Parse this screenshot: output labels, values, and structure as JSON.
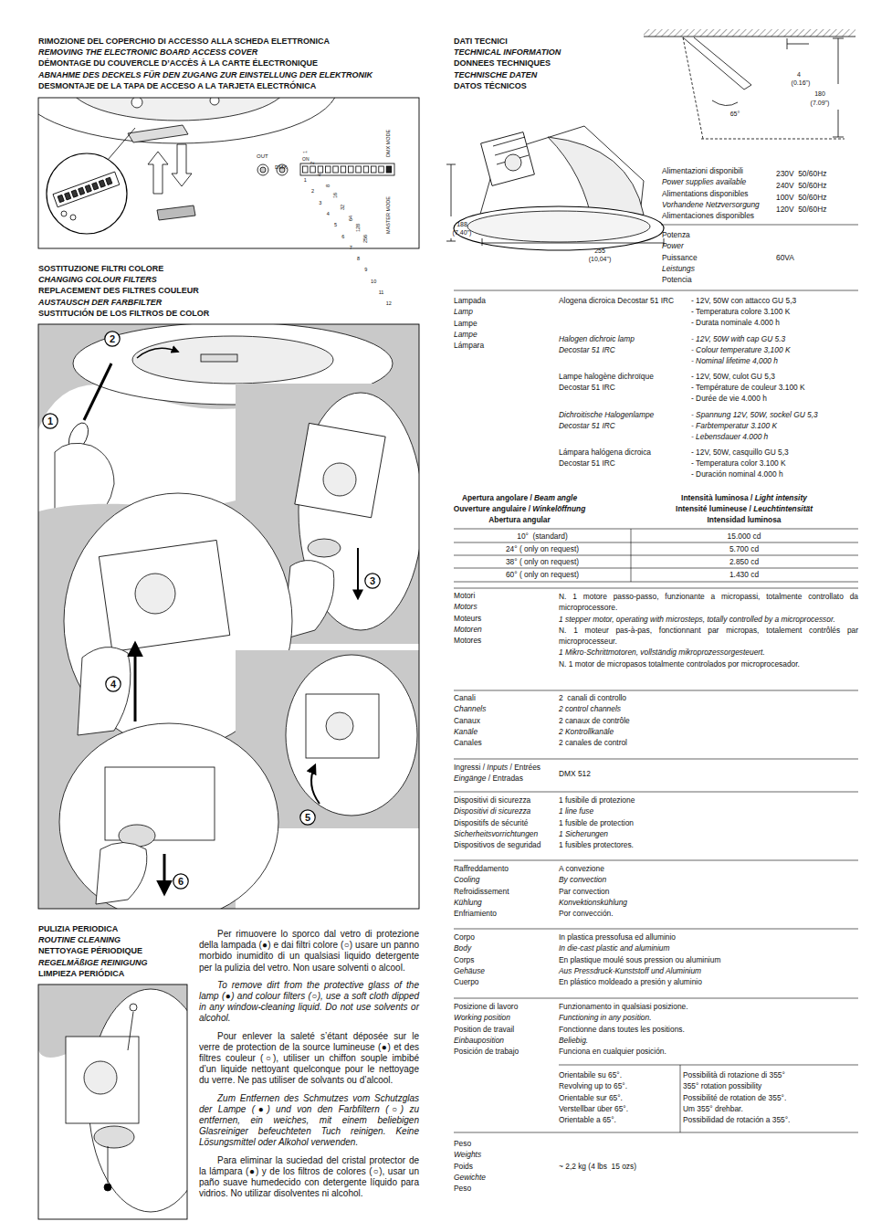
{
  "diagram": {
    "nodes": [
      {
        "text": [
          "2"
        ]
      },
      {
        "text": [
          "1"
        ]
      },
      {
        "text": [
          "3"
        ]
      },
      {
        "text": [
          "4"
        ]
      },
      {
        "text": [
          "5"
        ]
      },
      {
        "text": [
          "6"
        ]
      }
    ],
    "labels": [
      "RIMOZIONE DEL COPERCHIO DI ACCESSO ALLA SCHEDA ELETTRONICA",
      "REMOVING THE ELECTRONIC BOARD ACCESS COVER",
      "DÉMONTAGE DU COUVERCLE D’ACCÈS À LA CARTE ÉLECTRONIQUE",
      "ABNAHME DES DECKELS FÜR DEN ZUGANG ZUR EINSTELLUNG DER ELEKTRONIK",
      "DESMONTAJE DE LA TAPA DE ACCESO A LA TARJETA ELECTRÓNICA",
      "OUT",
      "DMX",
      "ON",
      "1",
      "2",
      "3",
      "4",
      "5",
      "6",
      "7",
      "8",
      "9",
      "10",
      "11",
      "12",
      "1",
      "2",
      "4",
      "8",
      "16",
      "32",
      "64",
      "128",
      "256",
      "DMX MODE",
      "MASTER MODE",
      "SOSTITUZIONE FILTRI COLORE",
      "CHANGING COLOUR FILTERS",
      "REPLACEMENT DES FILTRES COULEUR",
      "AUSTAUSCH DER FARBFILTER",
      "SUSTITUCIÓN DE LOS FILTROS DE COLOR",
      "PULIZIA PERIODICA",
      "ROUTINE CLEANING",
      "NETTOYAGE PÉRIODIQUE",
      "REGELMÄßIGE REINIGUNG",
      "LIMPIEZA PERIÓDICA",
      "Per rimuovere lo sporco dal vetro di protezione della lampada (●) e dai filtri colore (○) usare un panno morbido inumidito di un qualsiasi liquido detergente per la pulizia del vetro. Non usare solventi o alcool.",
      "To remove dirt from the protective glass of the lamp (●) and colour filters (○), use a soft cloth dipped in any window-cleaning liquid. Do not use solvents or alcohol.",
      "Pour enlever la saleté s’étant déposée sur le verre de protection de la source lumineuse (●) et des filtres couleur (○), utiliser un chiffon souple imbibé d’un liquide nettoyant quelconque pour le nettoyage du verre.  Ne pas utiliser de solvants ou d’alcool.",
      "Zum Entfernen des Schmutzes vom Schutzglas der Lampe (●) und von den Farbfiltern (○) zu entfernen, ein weiches, mit einem beliebigen Glasreiniger befeuchteten Tuch reinigen. Keine Lösungsmittel oder Alkohol verwenden.",
      "Para eliminar la suciedad del cristal protector de la lámpara (●) y de los filtros de colores (○), usar un paño suave humedecido con detergente líquido para vidrios. No utilizar disolventes ni alcohol.",
      "DATI TECNICI",
      "TECHNICAL INFORMATION",
      "DONNEES TECHNIQUES",
      "TECHNISCHE DATEN",
      "DATOS TÉCNICOS",
      "4",
      "(0.16\")",
      "180",
      "(7.09\")",
      "65°",
      "188",
      "(7,40\")",
      "255",
      "(10,04\")",
      "Alimentazioni disponibili",
      "Power supplies available",
      "Alimentations disponibles",
      "Vorhandene Netzversorgung",
      "Alimentaciones disponibles",
      "230V  50/60Hz",
      "240V  50/60Hz",
      "100V  50/60Hz",
      "120V  50/60Hz",
      "Potenza",
      "Power",
      "Puissance",
      "Leistungs",
      "Potencia",
      "60VA",
      "Lampada",
      "Lamp",
      "Lampe",
      "Lampe",
      "Lámpara",
      "Alogena dicroica Decostar 51 IRC",
      "- 12V, 50W con attacco GU 5,3",
      "- Temperatura colore 3.100 K",
      "- Durata nominale 4.000 h",
      "Halogen dichroic lamp",
      "Decostar 51 IRC",
      "- 12V, 50W with cap GU 5.3",
      "- Colour temperature 3,100 K",
      "- Nominal lifetime 4,000 h",
      "Lampe halogène dichroïque",
      "Decostar 51 IRC",
      "- 12V, 50W, culot GU 5,3",
      "- Température de couleur 3.100 K",
      "- Durée de vie 4.000 h",
      "Dichroitische Halogenlampe",
      "Decostar 51 IRC",
      "- Spannung 12V, 50W, sockel GU 5,3",
      "- Farbtemperatur 3.100 K",
      "- Lebensdauer 4.000 h",
      "Lámpara halógena dicroica",
      "Decostar 51 IRC",
      "- 12V, 50W, casquillo GU 5,3",
      "- Temperatura color 3.100 K",
      "- Duración nominal 4.000 h",
      "Apertura angolare /",
      "Beam angle",
      "Ouverture angulaire /",
      "Winkelöffnung",
      "Abertura angular",
      "Intensità luminosa /",
      "Light intensity",
      "Intensité lumineuse /",
      "Leuchtintensität",
      "Intensidad luminosa",
      "10°  (standard)",
      "15.000 cd",
      "24° ( only on request)",
      "5.700 cd",
      "38° ( only on request)",
      "2.850 cd",
      "60° ( only on request)",
      "1.430 cd",
      "Motori",
      "Motors",
      "Moteurs",
      "Motoren",
      "Motores",
      "N. 1 motore passo-passo, funzionante a micropassi, totalmente controllato da microprocessore.",
      "1 stepper motor, operating with microsteps, totally controlled by a microprocessor.",
      "N. 1 moteur pas-à-pas, fonctionnant par micropas, totalement contrôlés par microprocesseur.",
      "1 Mikro-Schrittmotoren, vollständig mikroprozessorgesteuert.",
      "N. 1 motor de micropasos totalmente controlados por microprocesador.",
      "Canali",
      "Channels",
      "Canaux",
      "Kanäle",
      "Canales",
      "2  canali di controllo",
      "2 control channels",
      "2 canaux de contrôle",
      "2 Kontrollkanäle",
      "2 canales de control",
      "Ingressi /",
      "Inputs",
      "/ Entrées",
      "Eingänge",
      "/ Entradas",
      "DMX 512",
      "Dispositivi di sicurezza",
      "Dispositivi di sicurezza",
      "Dispositifs de sécurité",
      "Sicherheitsvorrichtungen",
      "Dispositivos de seguridad",
      "1 fusibile di protezione",
      "1 line fuse",
      "1 fusible de protection",
      "1 Sicherungen",
      "1 fusibles protectores.",
      "Raffreddamento",
      "Cooling",
      "Refroidissement",
      "Kühlung",
      "Enfriamiento",
      "A convezione",
      "By convection",
      "Par convection",
      "Konvektionskühlung",
      "Por convección.",
      "Corpo",
      "Body",
      "Corps",
      "Gehäuse",
      "Cuerpo",
      "In plastica pressofusa ed alluminio",
      "In die-cast plastic and aluminium",
      "En plastique moulé sous pression ou aluminium",
      "Aus Pressdruck-Kunststoff und Aluminium",
      "En plástico moldeado a presión y aluminio",
      "Posizione di lavoro",
      "Working position",
      "Position de travail",
      "Einbauposition",
      "Posición de trabajo",
      "Funzionamento in qualsiasi posizione.",
      "Functioning in any position.",
      "Fonctionne dans toutes les positions.",
      "Beliebig.",
      "Funciona en cualquier posición.",
      "Orientabile su 65°.",
      "Revolving up to 65°.",
      "Orientable sur 65°.",
      "Verstellbar über 65°.",
      "Orientable a 65°.",
      "Possibilità di rotazione di 355°",
      "355° rotation possibility",
      "Possibilité de rotation de 355°.",
      "Um 355° drehbar.",
      "Possibilidad de rotación a 355°.",
      "Peso",
      "Weights",
      "Poids",
      "Gewichte",
      "Peso",
      "~ 2,2 kg (4 lbs  15 ozs)"
    ]
  }
}
